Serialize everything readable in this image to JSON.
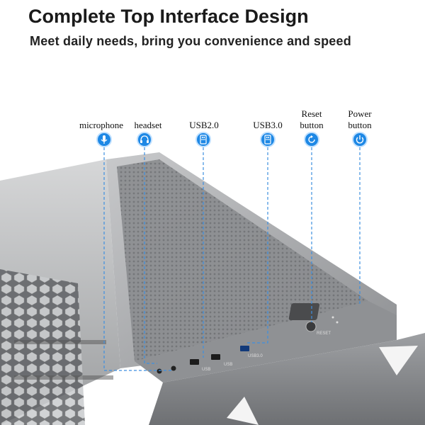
{
  "header": {
    "title": "Complete Top Interface Design",
    "subtitle": "Meet daily needs, bring you convenience and speed"
  },
  "callouts": {
    "microphone": {
      "label": "microphone",
      "icon": "microphone-icon"
    },
    "headset": {
      "label": "headset",
      "icon": "headset-icon"
    },
    "usb2": {
      "label": "USB2.0",
      "icon": "usb-icon"
    },
    "usb3": {
      "label": "USB3.0",
      "icon": "usb-icon"
    },
    "reset": {
      "label_line1": "Reset",
      "label_line2": "button",
      "icon": "reset-icon"
    },
    "power": {
      "label_line1": "Power",
      "label_line2": "button",
      "icon": "power-icon"
    }
  },
  "panel": {
    "usb_label_1": "USB",
    "usb_label_2": "USB",
    "usb_label_3": "USB3.0",
    "reset_label": "RESET"
  },
  "colors": {
    "accent": "#1e88e5",
    "case_body": "#8a8c8e",
    "mesh": "#7d7f82"
  }
}
